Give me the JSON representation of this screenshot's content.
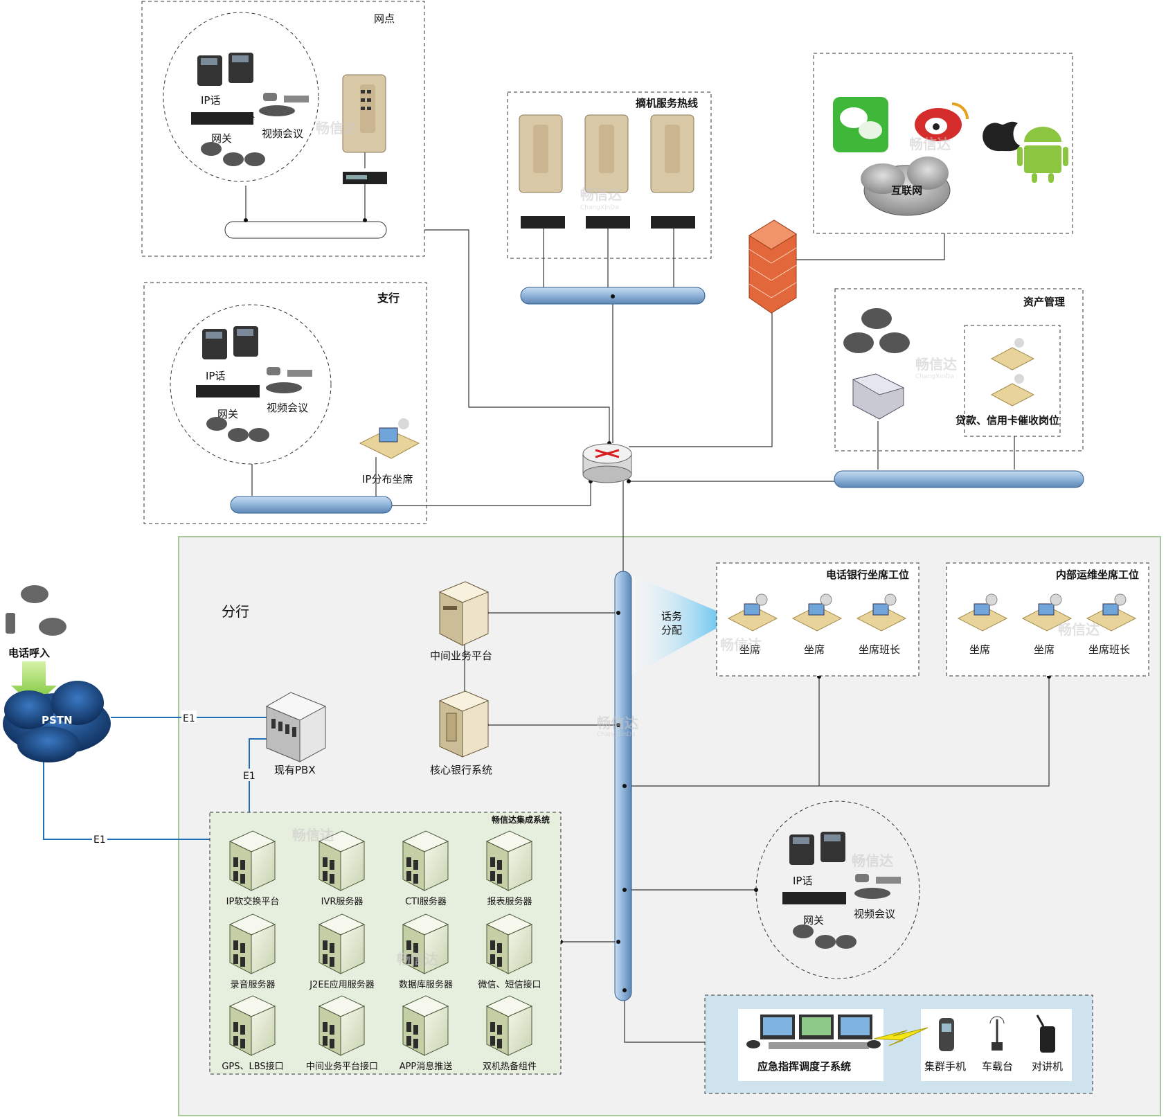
{
  "zones": {
    "wangdian": "网点",
    "zhihang": "支行",
    "hotline": "摘机服务热线",
    "zichan": "资产管理",
    "fenhang": "分行",
    "tel_bank": "电话银行坐席工位",
    "neibu": "内部运维坐席工位",
    "integration": "畅信达集成系统",
    "emergency": "应急指挥调度子系统"
  },
  "labels": {
    "ip_phone": "IP话",
    "gateway": "网关",
    "video_conf": "视频会议",
    "ip_agent": "IP分布坐席",
    "internet": "互联网",
    "collection": "贷款、信用卡催收岗位",
    "middle_platform": "中间业务平台",
    "core_bank": "核心银行系统",
    "pbx": "现有PBX",
    "pstn": "PSTN",
    "call_in": "电话呼入",
    "e1": "E1",
    "dispatch_line1": "话务",
    "dispatch_line2": "分配",
    "agent": "坐席",
    "agent_lead": "坐席班长"
  },
  "servers": [
    "IP软交换平台",
    "IVR服务器",
    "CTI服务器",
    "报表服务器",
    "录音服务器",
    "J2EE应用服务器",
    "数据库服务器",
    "微信、短信接口",
    "GPS、LBS接口",
    "中间业务平台接口",
    "APP消息推送",
    "双机热备组件"
  ],
  "devices": {
    "trunk_phone": "集群手机",
    "car_radio": "车载台",
    "walkie": "对讲机"
  },
  "watermark": {
    "name": "畅信达",
    "sub": "ChangXinDa"
  },
  "colors": {
    "bus_fill": "#8fb3d9",
    "bus_stroke": "#2f5f8f",
    "cloud_dark": "#1c4d8c",
    "firewall": "#e2673a",
    "server_body": "#e8eed6",
    "integration_bg": "#e6eedd",
    "branch_bg": "#f1f1f1",
    "emergency_bg": "#cfe3ee"
  }
}
